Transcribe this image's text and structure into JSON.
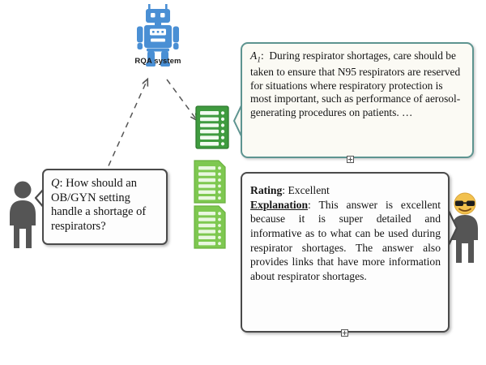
{
  "diagram": {
    "title": "RQA system question answering and rating flow",
    "colors": {
      "robot_blue": "#4a8fd4",
      "doc_green_active": "#3f9b3f",
      "doc_green_light": "#7ec850",
      "answer_border_teal": "#5d9490",
      "answer_fill": "#fbfaf4",
      "box_border_gray": "#4a4a4a",
      "person_gray": "#555555",
      "emoji_yellow": "#f2c14e",
      "arrow_gray": "#555555",
      "background": "#ffffff"
    }
  },
  "system": {
    "label": "RQA system",
    "icon": "robot-icon"
  },
  "actors": {
    "asker": {
      "icon": "person-icon",
      "name": "question-asker"
    },
    "rater": {
      "icon": "person-with-sunglasses-icon",
      "name": "answer-rater"
    }
  },
  "documents": {
    "icon": "document-list-icon",
    "items": [
      {
        "id": "doc-top",
        "state": "selected"
      },
      {
        "id": "doc-mid",
        "state": "default"
      },
      {
        "id": "doc-bot",
        "state": "default"
      }
    ]
  },
  "question": {
    "label": "Q",
    "separator": ":",
    "text": "How should an OB/GYN setting handle a shortage of respirators?"
  },
  "answer": {
    "label": "A",
    "label_subscript": "1",
    "separator": ":",
    "text_before_n95": "During respirator shortages, care should be taken to ensure that ",
    "n95": "N95",
    "text_after_n95": " respirators are reserved for situations where respiratory protection is most important, such as performance of aerosol-generating procedures on patients. …"
  },
  "rating": {
    "rating_label": "Rating",
    "rating_separator": ":",
    "rating_value": "Excellent",
    "explanation_label": "Explanation",
    "explanation_separator": ":",
    "explanation_text": "This answer is excellent because it is super detailed and informative as to what can be used during respirator shortages. The answer also provides links that have more information about respirator shortages."
  },
  "handles": {
    "answer_handle": "expand-handle-icon",
    "rating_handle": "expand-handle-icon"
  },
  "arrows": [
    {
      "name": "asker-to-system",
      "style": "dashed",
      "direction": "up-right"
    },
    {
      "name": "system-to-documents",
      "style": "dashed",
      "direction": "down-right"
    }
  ]
}
